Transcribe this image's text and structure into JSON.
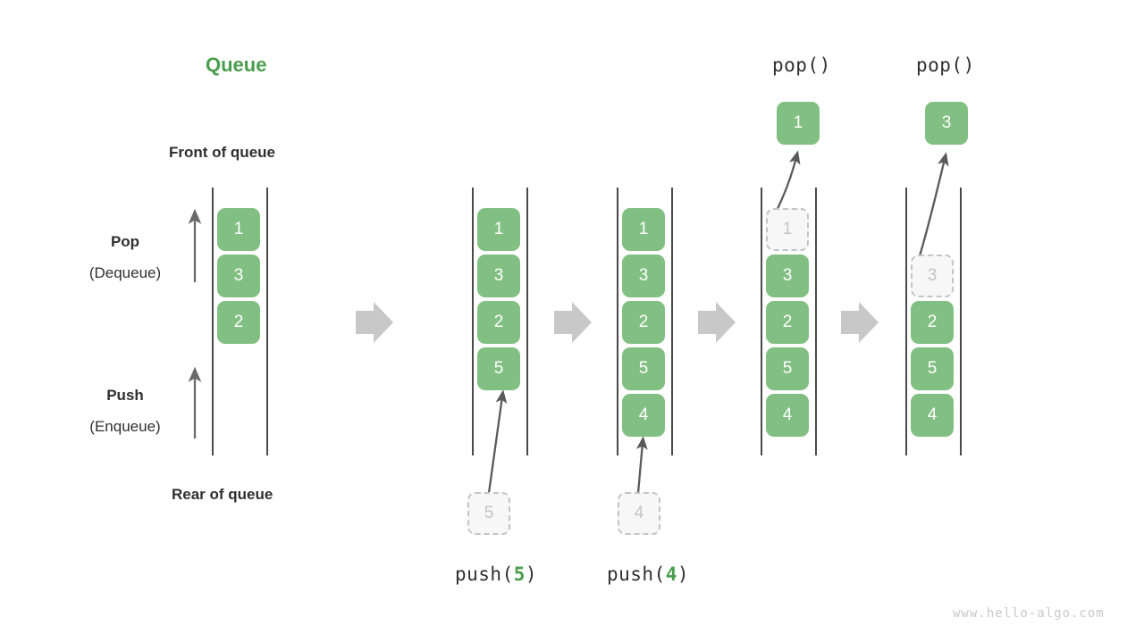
{
  "diagram": {
    "title": "Queue",
    "watermark": "www.hello-algo.com",
    "labels": {
      "front_of_queue": "Front of queue",
      "rear_of_queue": "Rear of queue",
      "pop": "Pop",
      "dequeue": "(Dequeue)",
      "push": "Push",
      "enqueue": "(Enqueue)"
    },
    "colors": {
      "element_fill": "#82bf82",
      "element_text": "#ffffff",
      "ghost_fill": "#f7f7f7",
      "ghost_border": "#c4c4c4",
      "ghost_text": "#c4c4c4",
      "title": "#4a9e4d",
      "rail": "#4a4a4a",
      "step_arrow": "#c8c8c8",
      "thin_arrow": "#5a5a5a",
      "body_text": "#2f2f2f",
      "watermark": "#c9c9c9"
    },
    "steps": [
      {
        "id": "initial",
        "op_label": "",
        "op_arg": "",
        "elements": [
          "1",
          "3",
          "2"
        ],
        "incoming": "",
        "popped": ""
      },
      {
        "id": "push-5",
        "op_label": "push(",
        "op_arg": "5",
        "op_label_end": ")",
        "elements": [
          "1",
          "3",
          "2",
          "5"
        ],
        "incoming": "5",
        "popped": ""
      },
      {
        "id": "push-4",
        "op_label": "push(",
        "op_arg": "4",
        "op_label_end": ")",
        "elements": [
          "1",
          "3",
          "2",
          "5",
          "4"
        ],
        "incoming": "4",
        "popped": ""
      },
      {
        "id": "pop-1",
        "op_label": "pop()",
        "op_arg": "",
        "elements": [
          "1",
          "3",
          "2",
          "5",
          "4"
        ],
        "removed": "1",
        "popped": "1"
      },
      {
        "id": "pop-3",
        "op_label": "pop()",
        "op_arg": "",
        "elements": [
          "3",
          "2",
          "5",
          "4"
        ],
        "removed": "3",
        "popped": "3"
      }
    ],
    "cells": {
      "c0_1": "1",
      "c0_3": "3",
      "c0_2": "2",
      "c1_1": "1",
      "c1_3": "3",
      "c1_2": "2",
      "c1_5": "5",
      "c1_in": "5",
      "c2_1": "1",
      "c2_3": "3",
      "c2_2": "2",
      "c2_5": "5",
      "c2_4": "4",
      "c2_in": "4",
      "c3_out": "1",
      "c3_ghost": "1",
      "c3_3": "3",
      "c3_2": "2",
      "c3_5": "5",
      "c3_4": "4",
      "c4_out": "3",
      "c4_ghost": "3",
      "c4_2": "2",
      "c4_5": "5",
      "c4_4": "4"
    },
    "ops": {
      "pop_1": "pop()",
      "pop_2": "pop()",
      "push5_pre": "push(",
      "push5_arg": "5",
      "push5_post": ")",
      "push4_pre": "push(",
      "push4_arg": "4",
      "push4_post": ")"
    }
  }
}
